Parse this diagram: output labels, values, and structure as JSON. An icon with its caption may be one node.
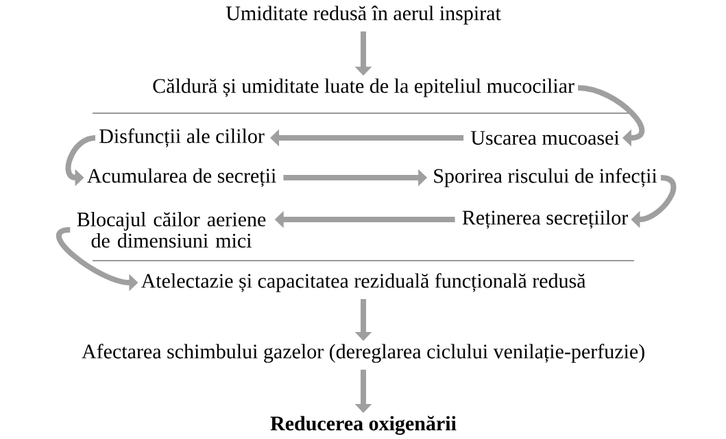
{
  "diagram": {
    "nodes": [
      {
        "text": [
          "Umiditate redusă în aerul inspirat"
        ]
      },
      {
        "text": [
          "Căldură și umiditate luate de la epiteliul mucociliar"
        ]
      },
      {
        "text": [
          "Disfuncții ale cililor"
        ]
      },
      {
        "text": [
          "Uscarea mucoasei"
        ]
      },
      {
        "text": [
          "Acumularea de secreții"
        ]
      },
      {
        "text": [
          "Sporirea riscului de infecții"
        ]
      },
      {
        "text": [
          "Blocajul căilor aeriene de dimensiuni mici"
        ]
      },
      {
        "text": [
          "Reținerea secrețiilor"
        ]
      },
      {
        "text": [
          "Atelectazie și capacitatea reziduală funcțională redusă"
        ]
      },
      {
        "text": [
          "Afectarea schimbului gazelor (dereglarea ciclului venilație-perfuzie)"
        ]
      },
      {
        "text": [
          "Reducerea oxigenării"
        ]
      }
    ],
    "edges": [
      {
        "from": 0,
        "to": 1,
        "arrow": "to"
      },
      {
        "from": 1,
        "to": 3,
        "arrow": "to"
      },
      {
        "from": 3,
        "to": 2,
        "arrow": "to"
      },
      {
        "from": 2,
        "to": 4,
        "arrow": "to"
      },
      {
        "from": 4,
        "to": 5,
        "arrow": "to"
      },
      {
        "from": 5,
        "to": 7,
        "arrow": "to"
      },
      {
        "from": 7,
        "to": 6,
        "arrow": "to"
      },
      {
        "from": 6,
        "to": 8,
        "arrow": "to"
      },
      {
        "from": 8,
        "to": 9,
        "arrow": "to"
      },
      {
        "from": 9,
        "to": 10,
        "arrow": "to"
      }
    ]
  }
}
